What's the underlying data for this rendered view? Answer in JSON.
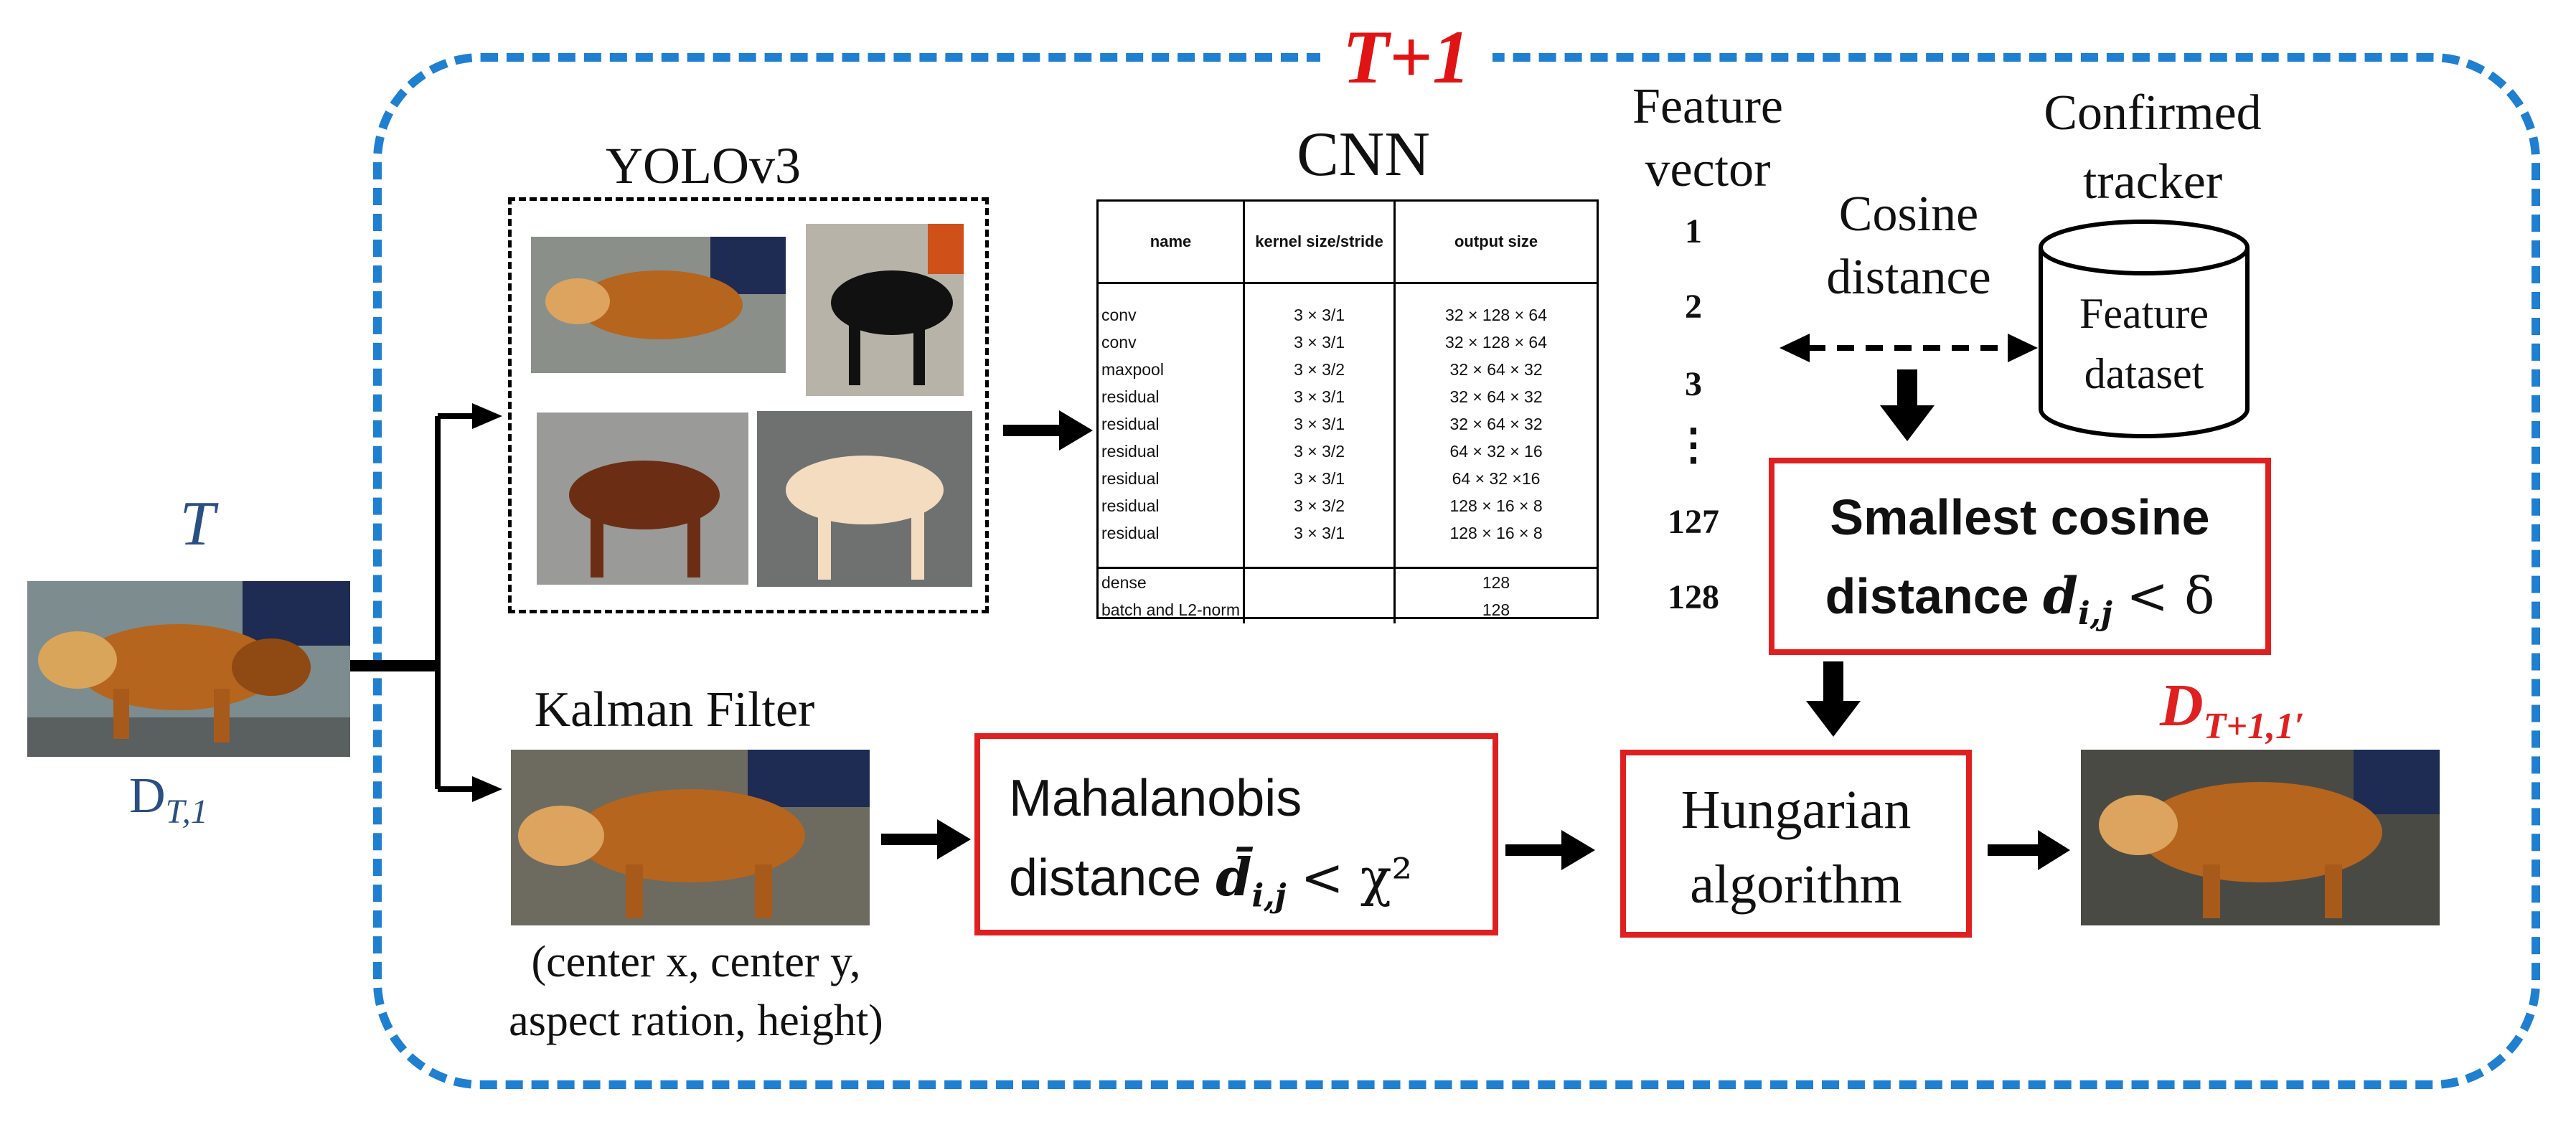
{
  "frame_label": "T+1",
  "input": {
    "top_label": "T",
    "bottom_label": "D",
    "bottom_sub": "T,1"
  },
  "yolo": {
    "title": "YOLOv3"
  },
  "kalman": {
    "title": "Kalman Filter",
    "caption_l1": "(center x, center y,",
    "caption_l2": "aspect ration, height)"
  },
  "cnn": {
    "title": "CNN",
    "headers": [
      "name",
      "kernel size/stride",
      "output size"
    ],
    "rows": [
      [
        "conv",
        "3 × 3/1",
        "32 × 128 × 64"
      ],
      [
        "conv",
        "3 × 3/1",
        "32 × 128 × 64"
      ],
      [
        "maxpool",
        "3 × 3/2",
        "32 × 64 × 32"
      ],
      [
        "residual",
        "3 × 3/1",
        "32 × 64 × 32"
      ],
      [
        "residual",
        "3 × 3/1",
        "32 × 64 × 32"
      ],
      [
        "residual",
        "3 × 3/2",
        "64 × 32 × 16"
      ],
      [
        "residual",
        "3 × 3/1",
        "64 × 32 ×16"
      ],
      [
        "residual",
        "3 × 3/2",
        "128 × 16 × 8"
      ],
      [
        "residual",
        "3 × 3/1",
        "128 × 16 × 8"
      ]
    ],
    "footer_rows": [
      [
        "dense",
        "",
        "128"
      ],
      [
        "batch and L2-norm",
        "",
        "128"
      ]
    ]
  },
  "feature_vector": {
    "title_l1": "Feature",
    "title_l2": "vector",
    "numbers": [
      "1",
      "2",
      "3",
      "⋮",
      "127",
      "128"
    ]
  },
  "cosine": {
    "label_l1": "Cosine",
    "label_l2": "distance"
  },
  "tracker": {
    "title_l1": "Confirmed",
    "title_l2": "tracker",
    "db_l1": "Feature",
    "db_l2": "dataset"
  },
  "smallest": {
    "line1": "Smallest cosine",
    "line2": "distance",
    "var": "d",
    "sub": "i,j",
    "rel": "< δ"
  },
  "mahalanobis": {
    "line1": "Mahalanobis",
    "line2": "distance",
    "var": "d̄",
    "sub": "i,j",
    "rel": "< χ²"
  },
  "hungarian": {
    "line1": "Hungarian",
    "line2": "algorithm"
  },
  "output": {
    "label": "D",
    "sub": "T+1,1′"
  },
  "colors": {
    "frame": "#1f7fd0",
    "accent_red": "#e02020",
    "label_blue": "#2a4f82"
  }
}
